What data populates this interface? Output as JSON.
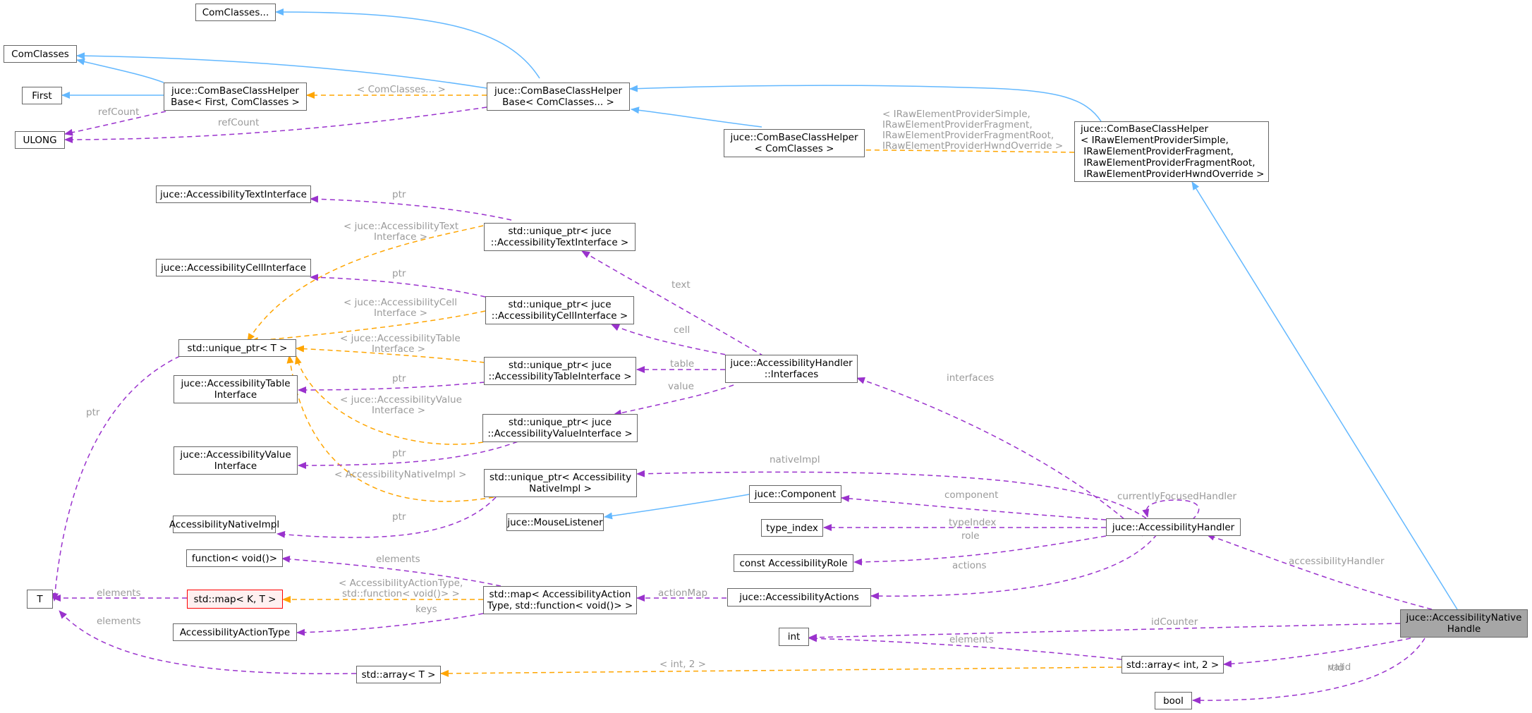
{
  "diagram": {
    "nodes": [
      {
        "id": "comclasses_dots",
        "label": "ComClasses..."
      },
      {
        "id": "comclasses",
        "label": "ComClasses"
      },
      {
        "id": "first",
        "label": "First"
      },
      {
        "id": "ulong",
        "label": "ULONG"
      },
      {
        "id": "helper_base_first",
        "label": "juce::ComBaseClassHelper\nBase< First, ComClasses >"
      },
      {
        "id": "helper_base_dots",
        "label": "juce::ComBaseClassHelper\nBase< ComClasses... >"
      },
      {
        "id": "helper_comclasses",
        "label": "juce::ComBaseClassHelper\n< ComClasses >"
      },
      {
        "id": "helper_iraw",
        "label": "juce::ComBaseClassHelper\n< IRawElementProviderSimple,\n IRawElementProviderFragment,\n IRawElementProviderFragmentRoot,\n IRawElementProviderHwndOverride >"
      },
      {
        "id": "text_iface",
        "label": "juce::AccessibilityTextInterface"
      },
      {
        "id": "uptr_text",
        "label": "std::unique_ptr< juce\n::AccessibilityTextInterface >"
      },
      {
        "id": "cell_iface",
        "label": "juce::AccessibilityCellInterface"
      },
      {
        "id": "uptr_cell",
        "label": "std::unique_ptr< juce\n::AccessibilityCellInterface >"
      },
      {
        "id": "uptr_t",
        "label": "std::unique_ptr< T >"
      },
      {
        "id": "table_iface",
        "label": "juce::AccessibilityTable\nInterface"
      },
      {
        "id": "uptr_table",
        "label": "std::unique_ptr< juce\n::AccessibilityTableInterface >"
      },
      {
        "id": "handler_ifaces",
        "label": "juce::AccessibilityHandler\n::Interfaces"
      },
      {
        "id": "uptr_value",
        "label": "std::unique_ptr< juce\n::AccessibilityValueInterface >"
      },
      {
        "id": "value_iface",
        "label": "juce::AccessibilityValue\nInterface"
      },
      {
        "id": "uptr_native",
        "label": "std::unique_ptr< Accessibility\nNativeImpl >"
      },
      {
        "id": "component",
        "label": "juce::Component"
      },
      {
        "id": "native_impl",
        "label": "AccessibilityNativeImpl"
      },
      {
        "id": "mouse_listener",
        "label": "juce::MouseListener"
      },
      {
        "id": "type_index",
        "label": "type_index"
      },
      {
        "id": "handler",
        "label": "juce::AccessibilityHandler"
      },
      {
        "id": "function_void",
        "label": "function< void()>"
      },
      {
        "id": "role",
        "label": "const AccessibilityRole"
      },
      {
        "id": "t",
        "label": "T"
      },
      {
        "id": "map_kt",
        "label": "std::map< K, T >"
      },
      {
        "id": "map_action",
        "label": "std::map< AccessibilityAction\nType, std::function< void()> >"
      },
      {
        "id": "actions",
        "label": "juce::AccessibilityActions"
      },
      {
        "id": "action_type",
        "label": "AccessibilityActionType"
      },
      {
        "id": "int",
        "label": "int"
      },
      {
        "id": "native_handle",
        "label": "juce::AccessibilityNative\nHandle"
      },
      {
        "id": "array_int2",
        "label": "std::array< int, 2 >"
      },
      {
        "id": "array_t",
        "label": "std::array< T >"
      },
      {
        "id": "bool",
        "label": "bool"
      }
    ],
    "edge_labels": [
      {
        "id": "lbl_tmpl_comclasses",
        "text": "< ComClasses... >"
      },
      {
        "id": "lbl_refcount_1",
        "text": "refCount"
      },
      {
        "id": "lbl_refcount_2",
        "text": "refCount"
      },
      {
        "id": "lbl_tmpl_iraw",
        "text": "< IRawElementProviderSimple,\nIRawElementProviderFragment,\nIRawElementProviderFragmentRoot,\nIRawElementProviderHwndOverride >"
      },
      {
        "id": "lbl_ptr_text",
        "text": "ptr"
      },
      {
        "id": "lbl_tmpl_text",
        "text": "< juce::AccessibilityText\nInterface >"
      },
      {
        "id": "lbl_text",
        "text": "text"
      },
      {
        "id": "lbl_ptr_cell",
        "text": "ptr"
      },
      {
        "id": "lbl_tmpl_cell",
        "text": "< juce::AccessibilityCell\nInterface >"
      },
      {
        "id": "lbl_cell",
        "text": "cell"
      },
      {
        "id": "lbl_tmpl_table",
        "text": "< juce::AccessibilityTable\nInterface >"
      },
      {
        "id": "lbl_ptr_t",
        "text": "ptr"
      },
      {
        "id": "lbl_table",
        "text": "table"
      },
      {
        "id": "lbl_ptr_table",
        "text": "ptr"
      },
      {
        "id": "lbl_interfaces",
        "text": "interfaces"
      },
      {
        "id": "lbl_value",
        "text": "value"
      },
      {
        "id": "lbl_tmpl_value",
        "text": "< juce::AccessibilityValue\nInterface >"
      },
      {
        "id": "lbl_ptr_value",
        "text": "ptr"
      },
      {
        "id": "lbl_nativeimpl",
        "text": "nativeImpl"
      },
      {
        "id": "lbl_tmpl_native",
        "text": "< AccessibilityNativeImpl >"
      },
      {
        "id": "lbl_current",
        "text": "currentlyFocusedHandler"
      },
      {
        "id": "lbl_component",
        "text": "component"
      },
      {
        "id": "lbl_ptr_native",
        "text": "ptr"
      },
      {
        "id": "lbl_typeindex",
        "text": "typeIndex"
      },
      {
        "id": "lbl_role",
        "text": "role"
      },
      {
        "id": "lbl_elements_fn",
        "text": "elements"
      },
      {
        "id": "lbl_actions",
        "text": "actions"
      },
      {
        "id": "lbl_accessibilityhandler",
        "text": "accessibilityHandler"
      },
      {
        "id": "lbl_elements_map",
        "text": "elements"
      },
      {
        "id": "lbl_tmpl_map",
        "text": "< AccessibilityActionType,\nstd::function< void()> >"
      },
      {
        "id": "lbl_actionmap",
        "text": "actionMap"
      },
      {
        "id": "lbl_keys",
        "text": "keys"
      },
      {
        "id": "lbl_idcounter",
        "text": "idCounter"
      },
      {
        "id": "lbl_elements_arr",
        "text": "elements"
      },
      {
        "id": "lbl_elements_arr_int",
        "text": "elements"
      },
      {
        "id": "lbl_rtid",
        "text": "rtid"
      },
      {
        "id": "lbl_tmpl_int2",
        "text": "< int, 2 >"
      },
      {
        "id": "lbl_valid",
        "text": "valid"
      }
    ]
  }
}
